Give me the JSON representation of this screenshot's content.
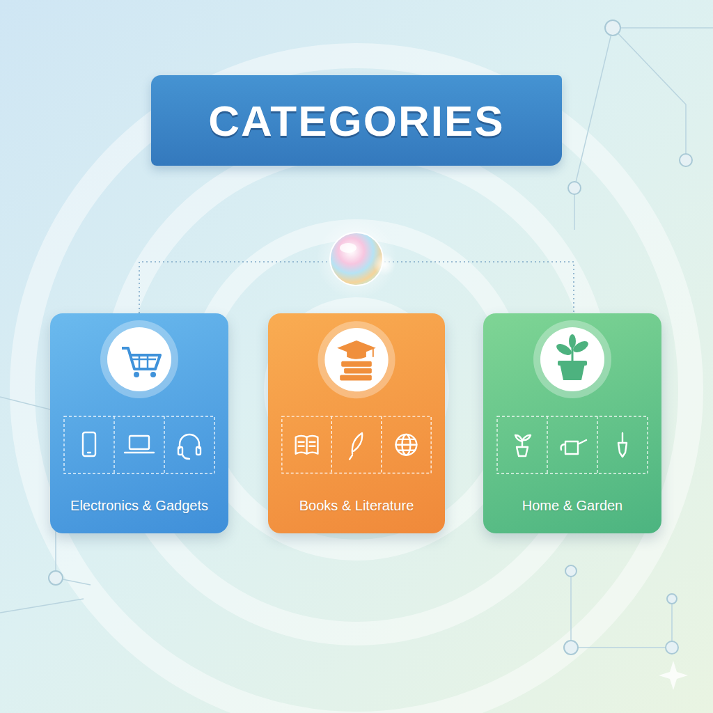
{
  "diagram": {
    "title": "CATEGORIES",
    "nodes": [
      {
        "text": [
          "Electronics & Gadgets"
        ]
      },
      {
        "text": [
          "Books & Literature"
        ]
      },
      {
        "text": [
          "Home & Garden"
        ]
      }
    ]
  }
}
